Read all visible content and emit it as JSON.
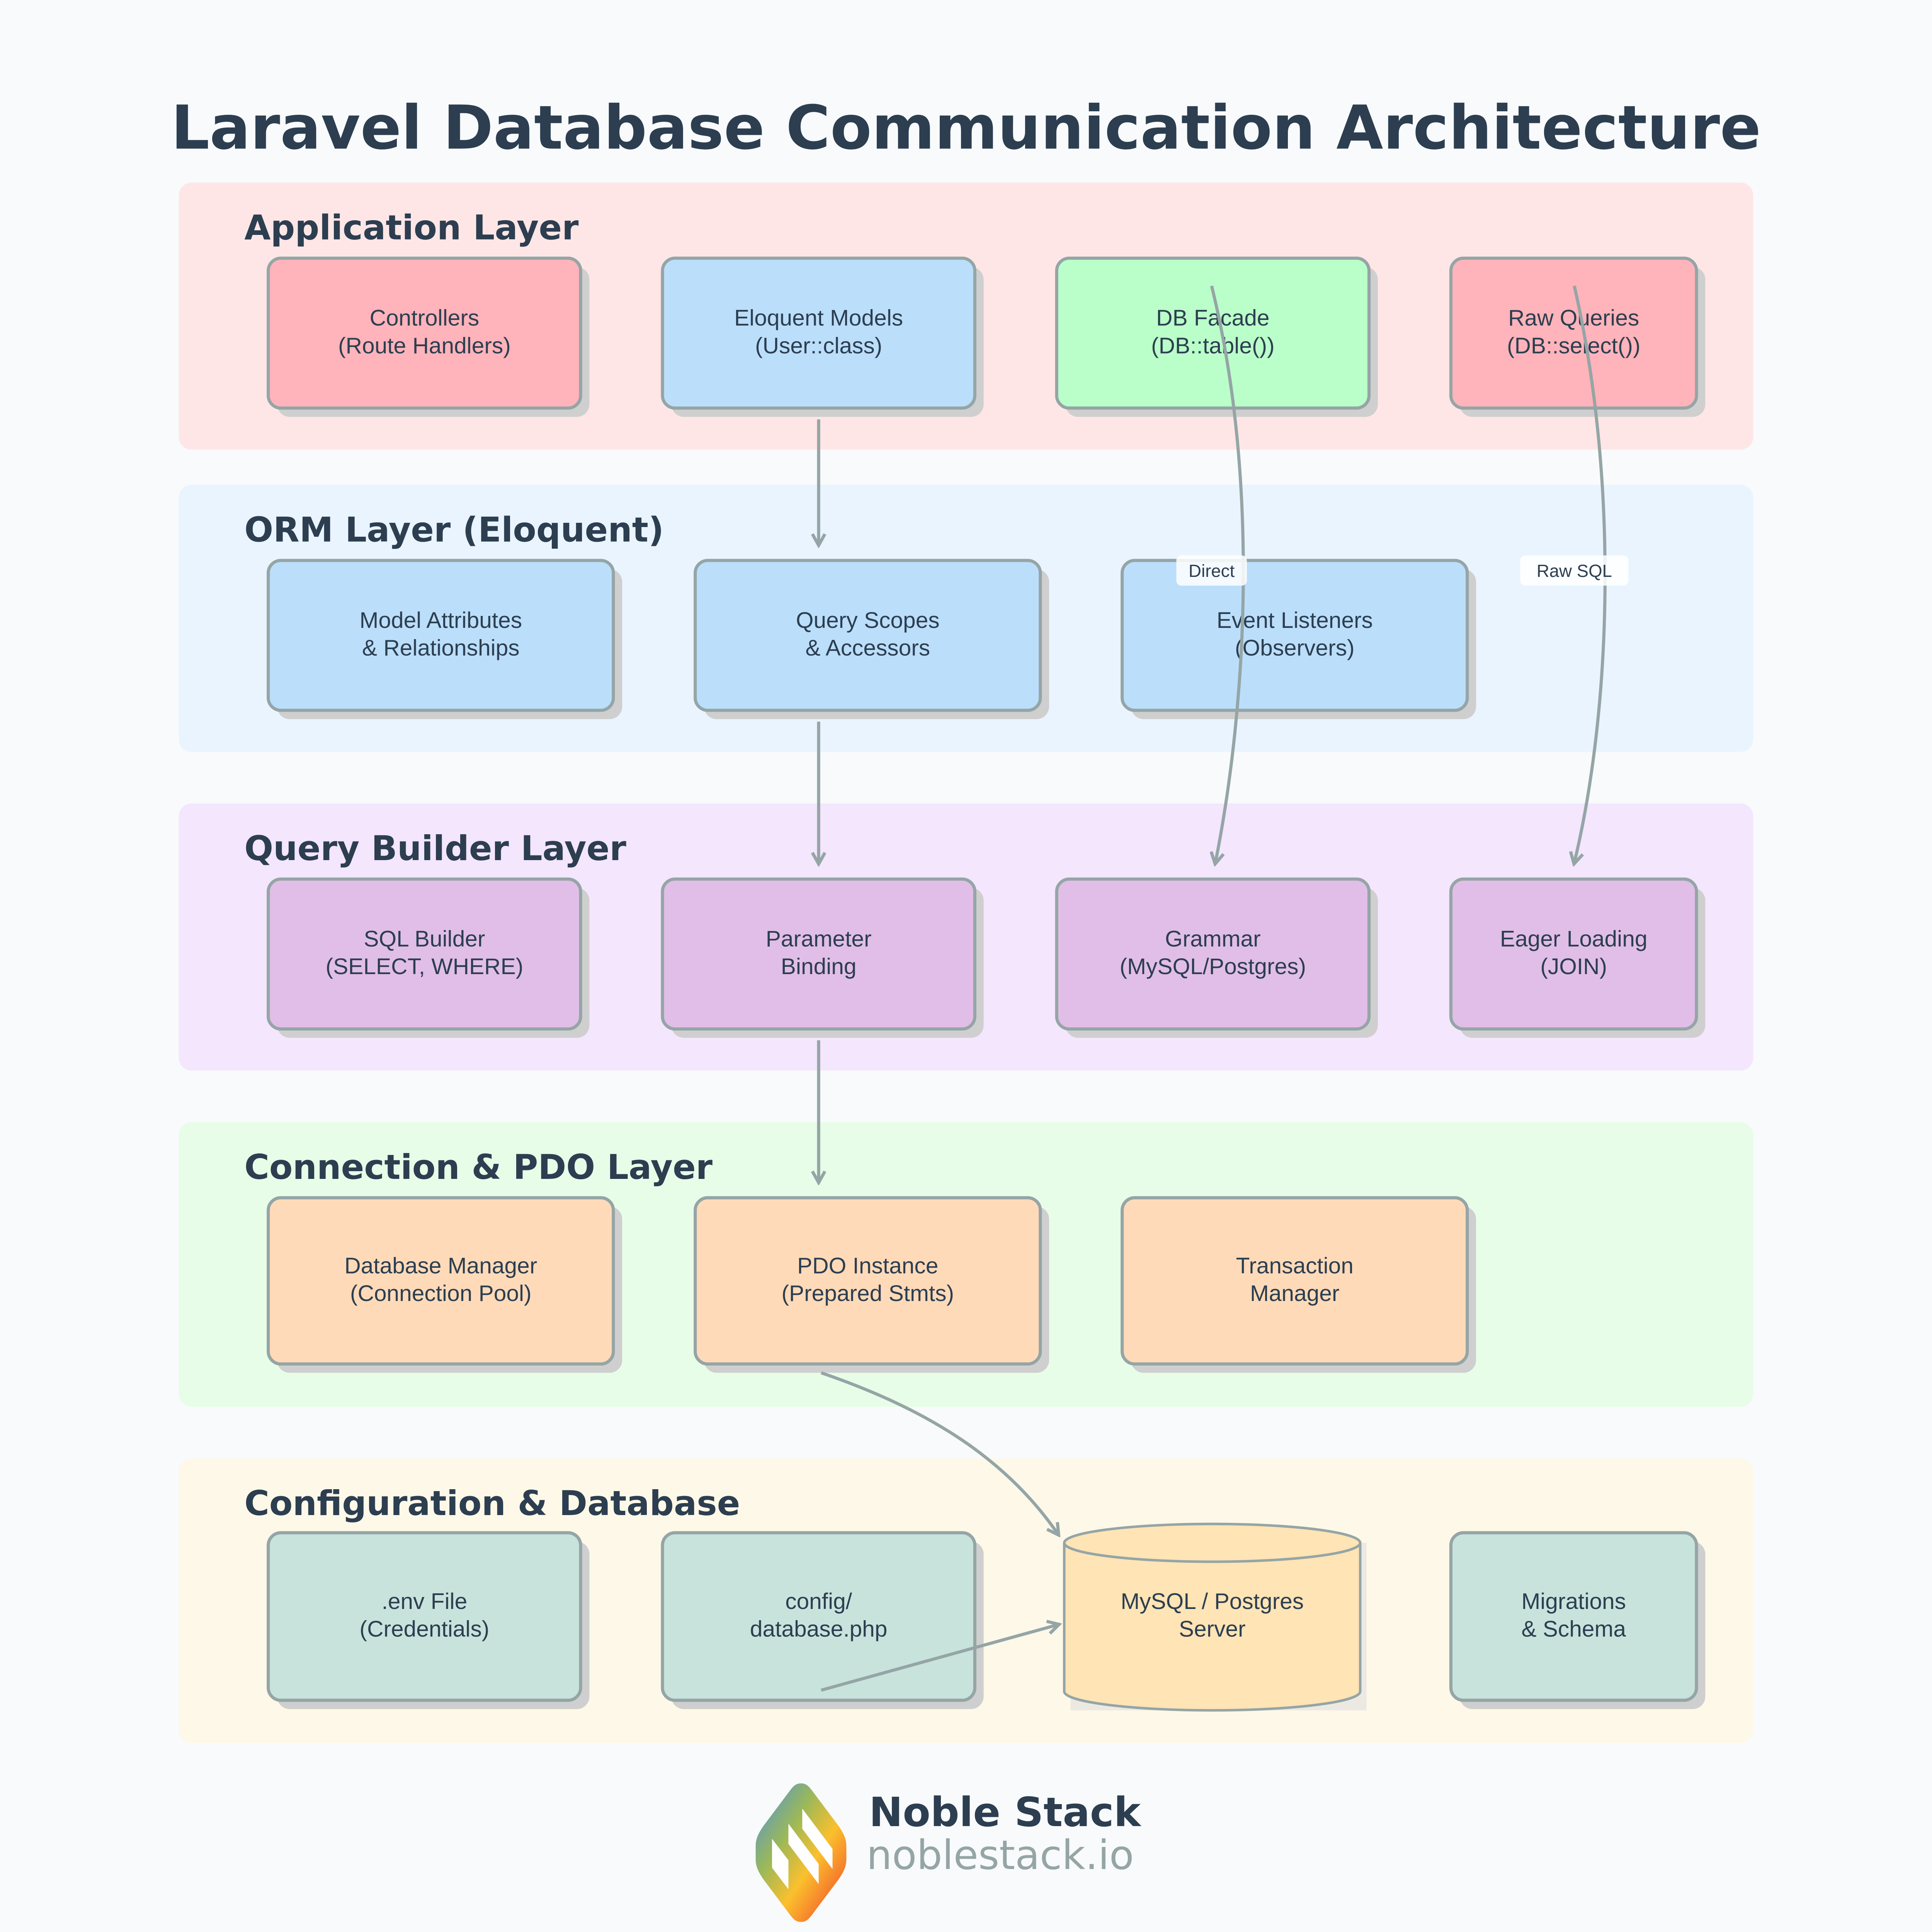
{
  "title": "Laravel Database Communication Architecture",
  "colors": {
    "background": "#f8fafc",
    "text": "#2c3e50",
    "arrow": "#95a5a6",
    "border": "#95a5a6"
  },
  "layers": [
    {
      "title": "Application Layer",
      "bg": "#ffe6e6",
      "boxes": [
        {
          "line1": "Controllers",
          "line2": "(Route Handlers)",
          "fill": "#ffb3ba"
        },
        {
          "line1": "Eloquent Models",
          "line2": "(User::class)",
          "fill": "#bbdefb"
        },
        {
          "line1": "DB Facade",
          "line2": "(DB::table())",
          "fill": "#baffc9"
        },
        {
          "line1": "Raw Queries",
          "line2": "(DB::select())",
          "fill": "#ffb3ba"
        }
      ]
    },
    {
      "title": "ORM Layer (Eloquent)",
      "bg": "#e9f4fe",
      "boxes": [
        {
          "line1": "Model Attributes",
          "line2": "& Relationships",
          "fill": "#bbdefb"
        },
        {
          "line1": "Query Scopes",
          "line2": "& Accessors",
          "fill": "#bbdefb"
        },
        {
          "line1": "Event Listeners",
          "line2": "(Observers)",
          "fill": "#bbdefb"
        }
      ]
    },
    {
      "title": "Query Builder Layer",
      "bg": "#f3e6fd",
      "boxes": [
        {
          "line1": "SQL Builder",
          "line2": "(SELECT, WHERE)",
          "fill": "#e1bee7"
        },
        {
          "line1": "Parameter",
          "line2": "Binding",
          "fill": "#e1bee7"
        },
        {
          "line1": "Grammar",
          "line2": "(MySQL/Postgres)",
          "fill": "#e1bee7"
        },
        {
          "line1": "Eager Loading",
          "line2": "(JOIN)",
          "fill": "#e1bee7"
        }
      ]
    },
    {
      "title": "Connection & PDO Layer",
      "bg": "#e8fde8",
      "boxes": [
        {
          "line1": "Database Manager",
          "line2": "(Connection Pool)",
          "fill": "#ffdab9"
        },
        {
          "line1": "PDO Instance",
          "line2": "(Prepared Stmts)",
          "fill": "#ffdab9"
        },
        {
          "line1": "Transaction",
          "line2": "Manager",
          "fill": "#ffdab9"
        }
      ]
    },
    {
      "title": "Configuration & Database",
      "bg": "#fef8e8",
      "boxes": [
        {
          "line1": ".env File",
          "line2": "(Credentials)",
          "fill": "#c8e3dc"
        },
        {
          "line1": "config/",
          "line2": "database.php",
          "fill": "#c8e3dc"
        },
        {
          "line1": "MySQL / Postgres",
          "line2": "Server",
          "fill": "#ffe4b5",
          "shape": "cylinder"
        },
        {
          "line1": "Migrations",
          "line2": "& Schema",
          "fill": "#c8e3dc"
        }
      ]
    }
  ],
  "edge_labels": {
    "direct": "Direct",
    "raw_sql": "Raw SQL"
  },
  "logo": {
    "name": "Noble Stack",
    "url": "noblestack.io",
    "name_color": "#2c3e50",
    "url_color": "#95a5a6"
  }
}
